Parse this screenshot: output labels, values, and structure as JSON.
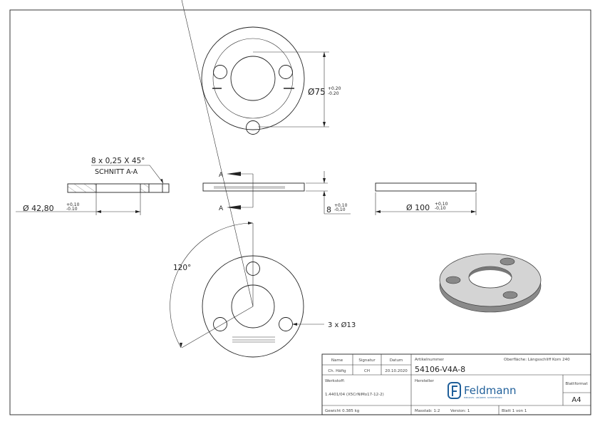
{
  "top_view": {
    "diameter": "Ø75",
    "tol_plus": "+0.20",
    "tol_minus": "-0.20"
  },
  "section": {
    "chamfer_note": "8 x 0,25 X 45°",
    "title": "SCHNITT A-A",
    "bore_diameter": "Ø 42,80",
    "tol_plus": "+0,10",
    "tol_minus": "-0.10"
  },
  "side_view": {
    "section_label_top": "A",
    "section_label_bottom": "A",
    "thickness": "8",
    "tol_plus": "+0,10",
    "tol_minus": "-0,10"
  },
  "right_view": {
    "diameter": "Ø 100",
    "tol_plus": "+0,10",
    "tol_minus": "-0,10"
  },
  "bottom_view": {
    "angle": "120°",
    "holes": "3 x Ø13"
  },
  "title_block": {
    "name_label": "Name",
    "signature_label": "Signatur",
    "date_label": "Datum",
    "name": "Ch. Häfig",
    "signature": "CH",
    "date": "20.10.2020",
    "article_label": "Artikelnummer",
    "surface": "Oberfläche: Längsschliff Korn 240",
    "article_number": "54106-V4A-8",
    "material_label": "Werkstoff:",
    "material": "1.4401/04 (X5CrNiMo17-12-2)",
    "manufacturer_label": "Hersteller",
    "logo_text": "Feldmann",
    "logo_tagline": "EDELSTAHL · GELÄNDER · SCHMIEDEEISEN",
    "format_label": "Blattformat",
    "format": "A4",
    "weight": "Gewicht 0.385 kg",
    "scale": "Masstab: 1:2",
    "version": "Version: 1",
    "sheet": "Blatt 1 von 1"
  },
  "colors": {
    "line": "#222222",
    "logo": "#1f5f9a",
    "part_face": "#d4d4d4",
    "part_side": "#8a8a8a"
  }
}
